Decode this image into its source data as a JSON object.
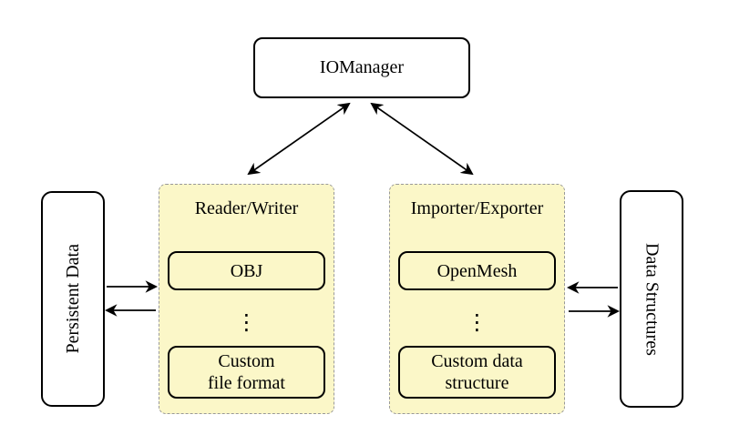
{
  "diagram": {
    "title": "IOManager",
    "left_panel": {
      "label": "Persistent Data"
    },
    "right_panel": {
      "label": "Data Structures"
    },
    "groups": [
      {
        "title": "Reader/Writer",
        "items": [
          [
            "OBJ"
          ],
          [
            "Custom",
            "file format"
          ]
        ],
        "ellipsis": "⋮"
      },
      {
        "title": "Importer/Exporter",
        "items": [
          [
            "OpenMesh"
          ],
          [
            "Custom data",
            "structure"
          ]
        ],
        "ellipsis": "⋮"
      }
    ],
    "colors": {
      "background": "#FFFFFF",
      "group_fill": "#FBF7C8",
      "group_border": "#999999",
      "ink": "#000000"
    }
  }
}
